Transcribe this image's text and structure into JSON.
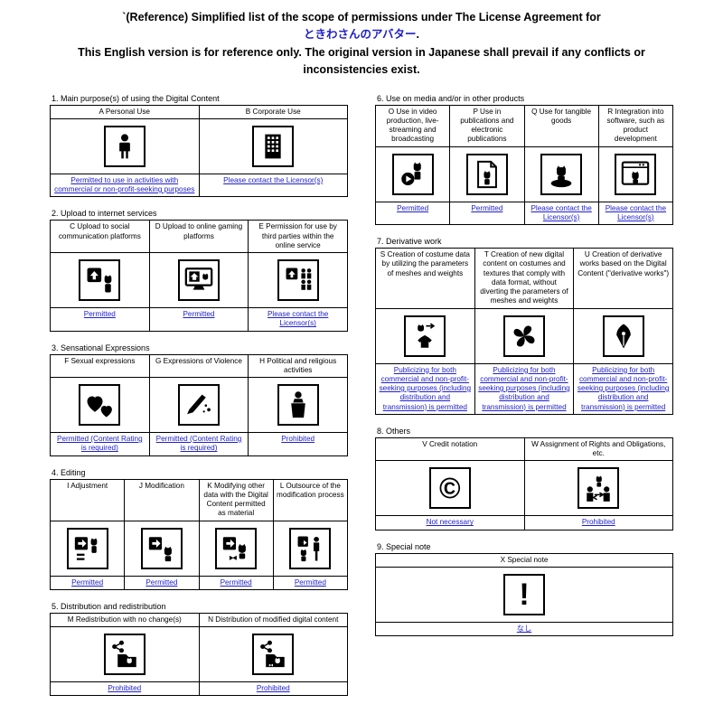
{
  "colors": {
    "link": "#2020cc"
  },
  "title": {
    "line1": "`(Reference) Simplified list of the scope of permissions under The License Agreement for",
    "product_name": "ときわさんのアバター",
    "product_suffix": ".",
    "disclaimer": "This English version is for reference only. The original version in Japanese shall prevail if any conflicts or inconsistencies exist."
  },
  "sections": [
    {
      "column": "left",
      "title": "1. Main purpose(s) of using the Digital Content",
      "columns": [
        {
          "header": "A Personal Use",
          "icon": "person-icon",
          "result": "Permitted to use in activities with commercial or non-profit-seeking purposes"
        },
        {
          "header": "B Corporate Use",
          "icon": "building-icon",
          "result": "Please contact the Licensor(s)"
        }
      ]
    },
    {
      "column": "left",
      "title": "2. Upload to internet services",
      "columns": [
        {
          "header": "C Upload to social communication platforms",
          "icon": "upload-social-icon",
          "result": "Permitted"
        },
        {
          "header": "D Upload to online gaming platforms",
          "icon": "upload-gaming-icon",
          "result": "Permitted"
        },
        {
          "header": "E Permission for use by third parties within the online service",
          "icon": "upload-thirdparty-icon",
          "result": "Please contact the Licensor(s)"
        }
      ]
    },
    {
      "column": "left",
      "title": "3. Sensational Expressions",
      "columns": [
        {
          "header": "F Sexual expressions",
          "icon": "sexual-expressions-icon",
          "result": "Permitted (Content Rating is required)"
        },
        {
          "header": "G Expressions of Violence",
          "icon": "violence-icon",
          "result": "Permitted (Content Rating is required)"
        },
        {
          "header": "H Political and religious activities",
          "icon": "political-icon",
          "result": "Prohibited"
        }
      ]
    },
    {
      "column": "left",
      "title": "4. Editing",
      "columns": [
        {
          "header": "I Adjustment",
          "icon": "adjustment-icon",
          "result": "Permitted"
        },
        {
          "header": "J Modification",
          "icon": "modification-icon",
          "result": "Permitted"
        },
        {
          "header": "K Modifying other data with the Digital Content permitted as material",
          "icon": "material-icon",
          "result": "Permitted"
        },
        {
          "header": "L Outsource of the modification process",
          "icon": "outsource-icon",
          "result": "Permitted"
        }
      ]
    },
    {
      "column": "left",
      "title": "5. Distribution and redistribution",
      "columns": [
        {
          "header": "M Redistribution with no change(s)",
          "icon": "redistribution-icon",
          "result": "Prohibited"
        },
        {
          "header": "N Distribution of modified digital content",
          "icon": "modified-distribution-icon",
          "result": "Prohibited"
        }
      ]
    },
    {
      "column": "right",
      "title": "6. Use on media and/or in other products",
      "columns": [
        {
          "header": "O Use in video production, live-streaming and broadcasting",
          "icon": "video-icon",
          "result": "Permitted"
        },
        {
          "header": "P Use in publications and electronic publications",
          "icon": "publication-icon",
          "result": "Permitted"
        },
        {
          "header": "Q Use for tangible goods",
          "icon": "tangible-goods-icon",
          "result": "Please contact the Licensor(s)"
        },
        {
          "header": "R Integration into software, such as product development",
          "icon": "software-icon",
          "result": "Please contact the Licensor(s)"
        }
      ]
    },
    {
      "column": "right",
      "title": "7. Derivative work",
      "columns": [
        {
          "header": "S Creation of costume data by utilizing the parameters of meshes and weights",
          "icon": "costume-icon",
          "result": "Publicizing for both commercial and non-profit-seeking purposes (including distribution and transmission) is permitted"
        },
        {
          "header": "T Creation of new digital content on costumes and textures that comply with data format, without diverting the parameters of meshes and weights",
          "icon": "texture-icon",
          "result": "Publicizing for both commercial and non-profit-seeking purposes (including distribution and transmission) is permitted"
        },
        {
          "header": "U Creation of derivative works based on the Digital Content (\"derivative works\")",
          "icon": "derivative-icon",
          "result": "Publicizing for both commercial and non-profit-seeking purposes (including distribution and transmission) is permitted"
        }
      ]
    },
    {
      "column": "right",
      "title": "8. Others",
      "columns": [
        {
          "header": "V Credit notation",
          "icon": "copyright-icon",
          "result": "Not necessary"
        },
        {
          "header": "W Assignment of Rights and Obligations, etc.",
          "icon": "assignment-icon",
          "result": "Prohibited"
        }
      ]
    },
    {
      "column": "right",
      "title": "9. Special note",
      "columns": [
        {
          "header": "X Special note",
          "icon": "special-note-icon",
          "result": "なし"
        }
      ]
    }
  ]
}
